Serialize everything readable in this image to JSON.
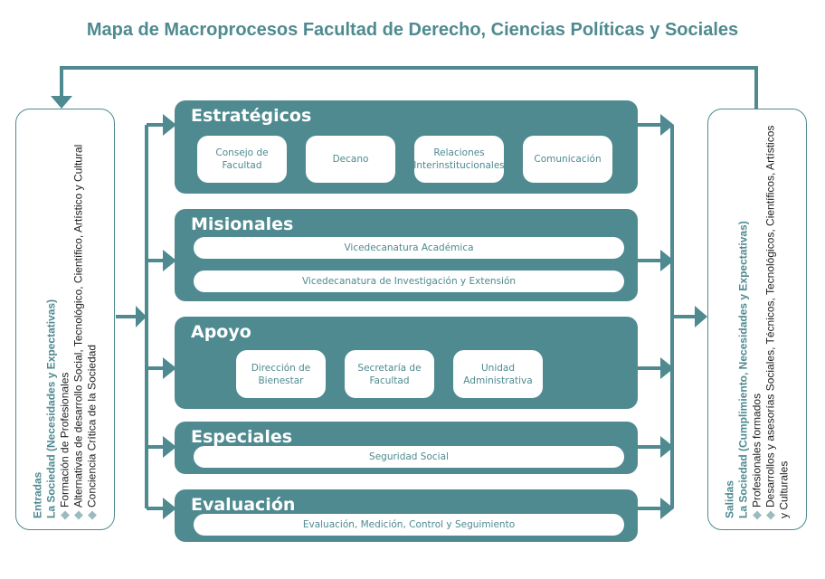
{
  "title": "Mapa de Macroprocesos Facultad de Derecho, Ciencias Políticas y Sociales",
  "entradas": {
    "heading": "Entradas",
    "subheading": "La Sociedad (Necesidades y Expectativas)",
    "items": [
      "Formación de Profesionales",
      "Alternativas de desarrollo Social, Tecnológico, Científico, Artístico y Cultural",
      "Conciencia Crítica de la Sociedad"
    ]
  },
  "salidas": {
    "heading": "Salidas",
    "subheading": "La Sociedad (Cumplimiento, Necesidades y Expectativas)",
    "items": [
      "Profesionales formados",
      "Desarrollos y asesorías Sociales, Técnicos, Tecnológicos, Científicos, Artísticos y Culturales"
    ]
  },
  "panels": {
    "estrategicos": {
      "title": "Estratégicos",
      "boxes": [
        "Consejo de Facultad",
        "Decano",
        "Relaciones Interinstitucionales",
        "Comunicación"
      ]
    },
    "misionales": {
      "title": "Misionales",
      "bars": [
        "Vicedecanatura Académica",
        "Vicedecanatura de Investigación y Extensión"
      ]
    },
    "apoyo": {
      "title": "Apoyo",
      "boxes": [
        "Dirección de Bienestar",
        "Secretaría de Facultad",
        "Unidad Administrativa"
      ]
    },
    "especiales": {
      "title": "Especiales",
      "bars": [
        "Seguridad Social"
      ]
    },
    "evaluacion": {
      "title": "Evaluación",
      "bars": [
        "Evaluación, Medición, Control y Seguimiento"
      ]
    }
  },
  "colors": {
    "teal": "#4e8a90",
    "diamond": "#9bbcbf"
  }
}
